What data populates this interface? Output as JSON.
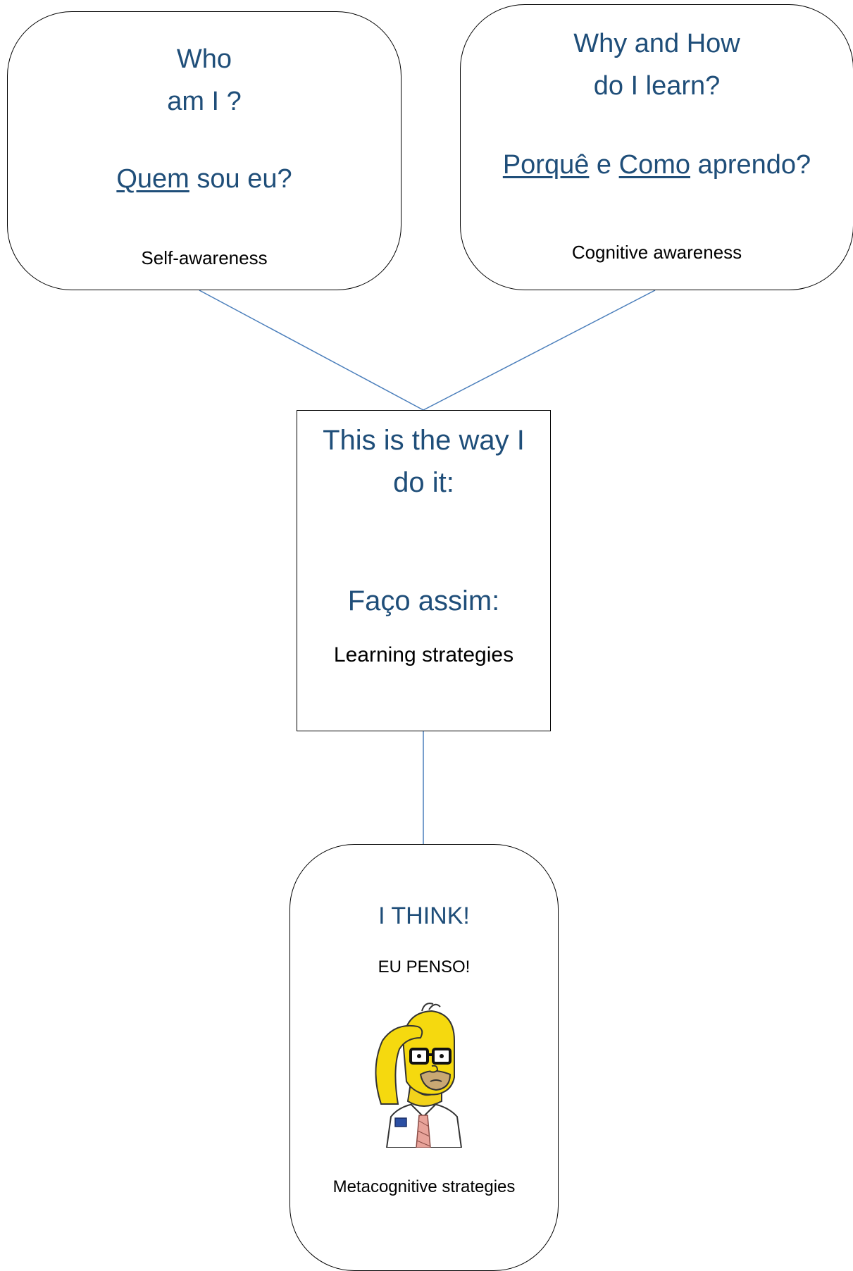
{
  "colors": {
    "heading": "#1f4e79",
    "text": "#000000",
    "connector": "#4a7ebb",
    "border": "#000000"
  },
  "boxes": {
    "who": {
      "line1": "Who",
      "line2": "am I ?",
      "pt_word": "Quem",
      "pt_rest": " sou eu?",
      "label": "Self-awareness"
    },
    "why": {
      "line1": "Why and How",
      "line2": "do I learn?",
      "pt_word1": "Porquê",
      "pt_mid": " e ",
      "pt_word2": "Como",
      "pt_rest": " aprendo?",
      "label": "Cognitive awareness"
    },
    "way": {
      "line1": "This is the way I",
      "line2": "do it:",
      "pt": "Faço assim:",
      "label": "Learning strategies"
    },
    "think": {
      "heading": "I THINK!",
      "pt": "EU PENSO!",
      "label": "Metacognitive strategies",
      "figure_icon": "thinking-cartoon-figure"
    }
  }
}
